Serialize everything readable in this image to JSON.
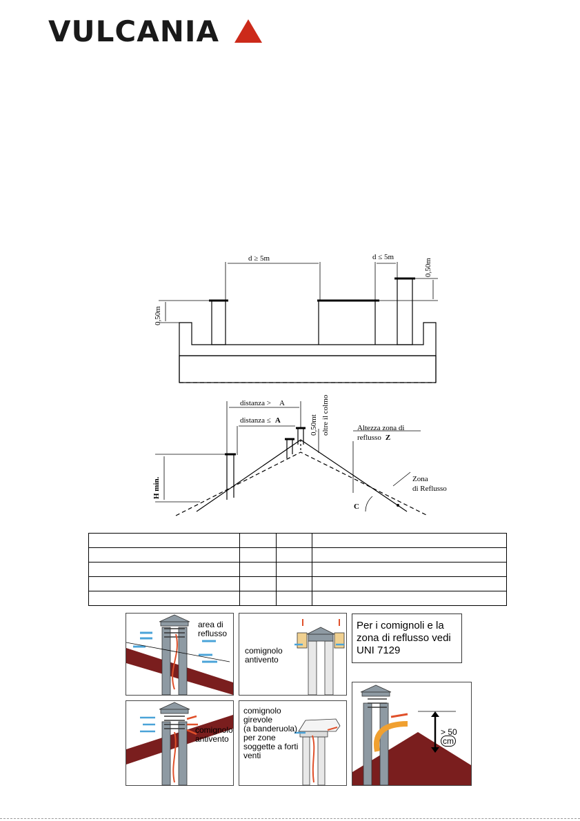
{
  "logo": {
    "text": "VULCANIA",
    "accent": "#cc2a1a"
  },
  "diagram_top": {
    "dist_left": "d ≥ 5m",
    "dist_right": "d ≤ 5m",
    "height_left": "0,50m",
    "height_right": "0,50m"
  },
  "diagram_bottom": {
    "dist_greater": "distanza >",
    "dist_greater_var": "A",
    "dist_lesser": "distanza ≤",
    "dist_lesser_var": "A",
    "height_over_ridge_1": "0,50mt",
    "height_over_ridge_2": "oltre il colmo",
    "zone_height_1": "Altezza zona di",
    "zone_height_2": "reflusso",
    "zone_height_var": "Z",
    "zone_label_1": "Zona",
    "zone_label_2": "di Reflusso",
    "h_min": "H min.",
    "angle_var": "C"
  },
  "table": {
    "rows": 5,
    "cols": 4
  },
  "panels": {
    "p1": {
      "label": "area di\nreflusso"
    },
    "p2": {
      "label": "comignolo\nantivento"
    },
    "p3": {
      "label": "comignolo\nantivento"
    },
    "p4": {
      "label": "comignolo\ngirevole\n(a banderuola)\nper zone\nsoggette a forti\nventi"
    },
    "p5": {
      "label_prefix": "> 50",
      "label_unit": "cm"
    },
    "note": {
      "text": "Per i comignoli e la zona di reflusso vedi UNI 7129"
    }
  },
  "colors": {
    "roof": "#7a1e1e",
    "pipe": "#8e9aa3",
    "air_blue": "#4aa3d8",
    "smoke_red": "#e0502a"
  }
}
